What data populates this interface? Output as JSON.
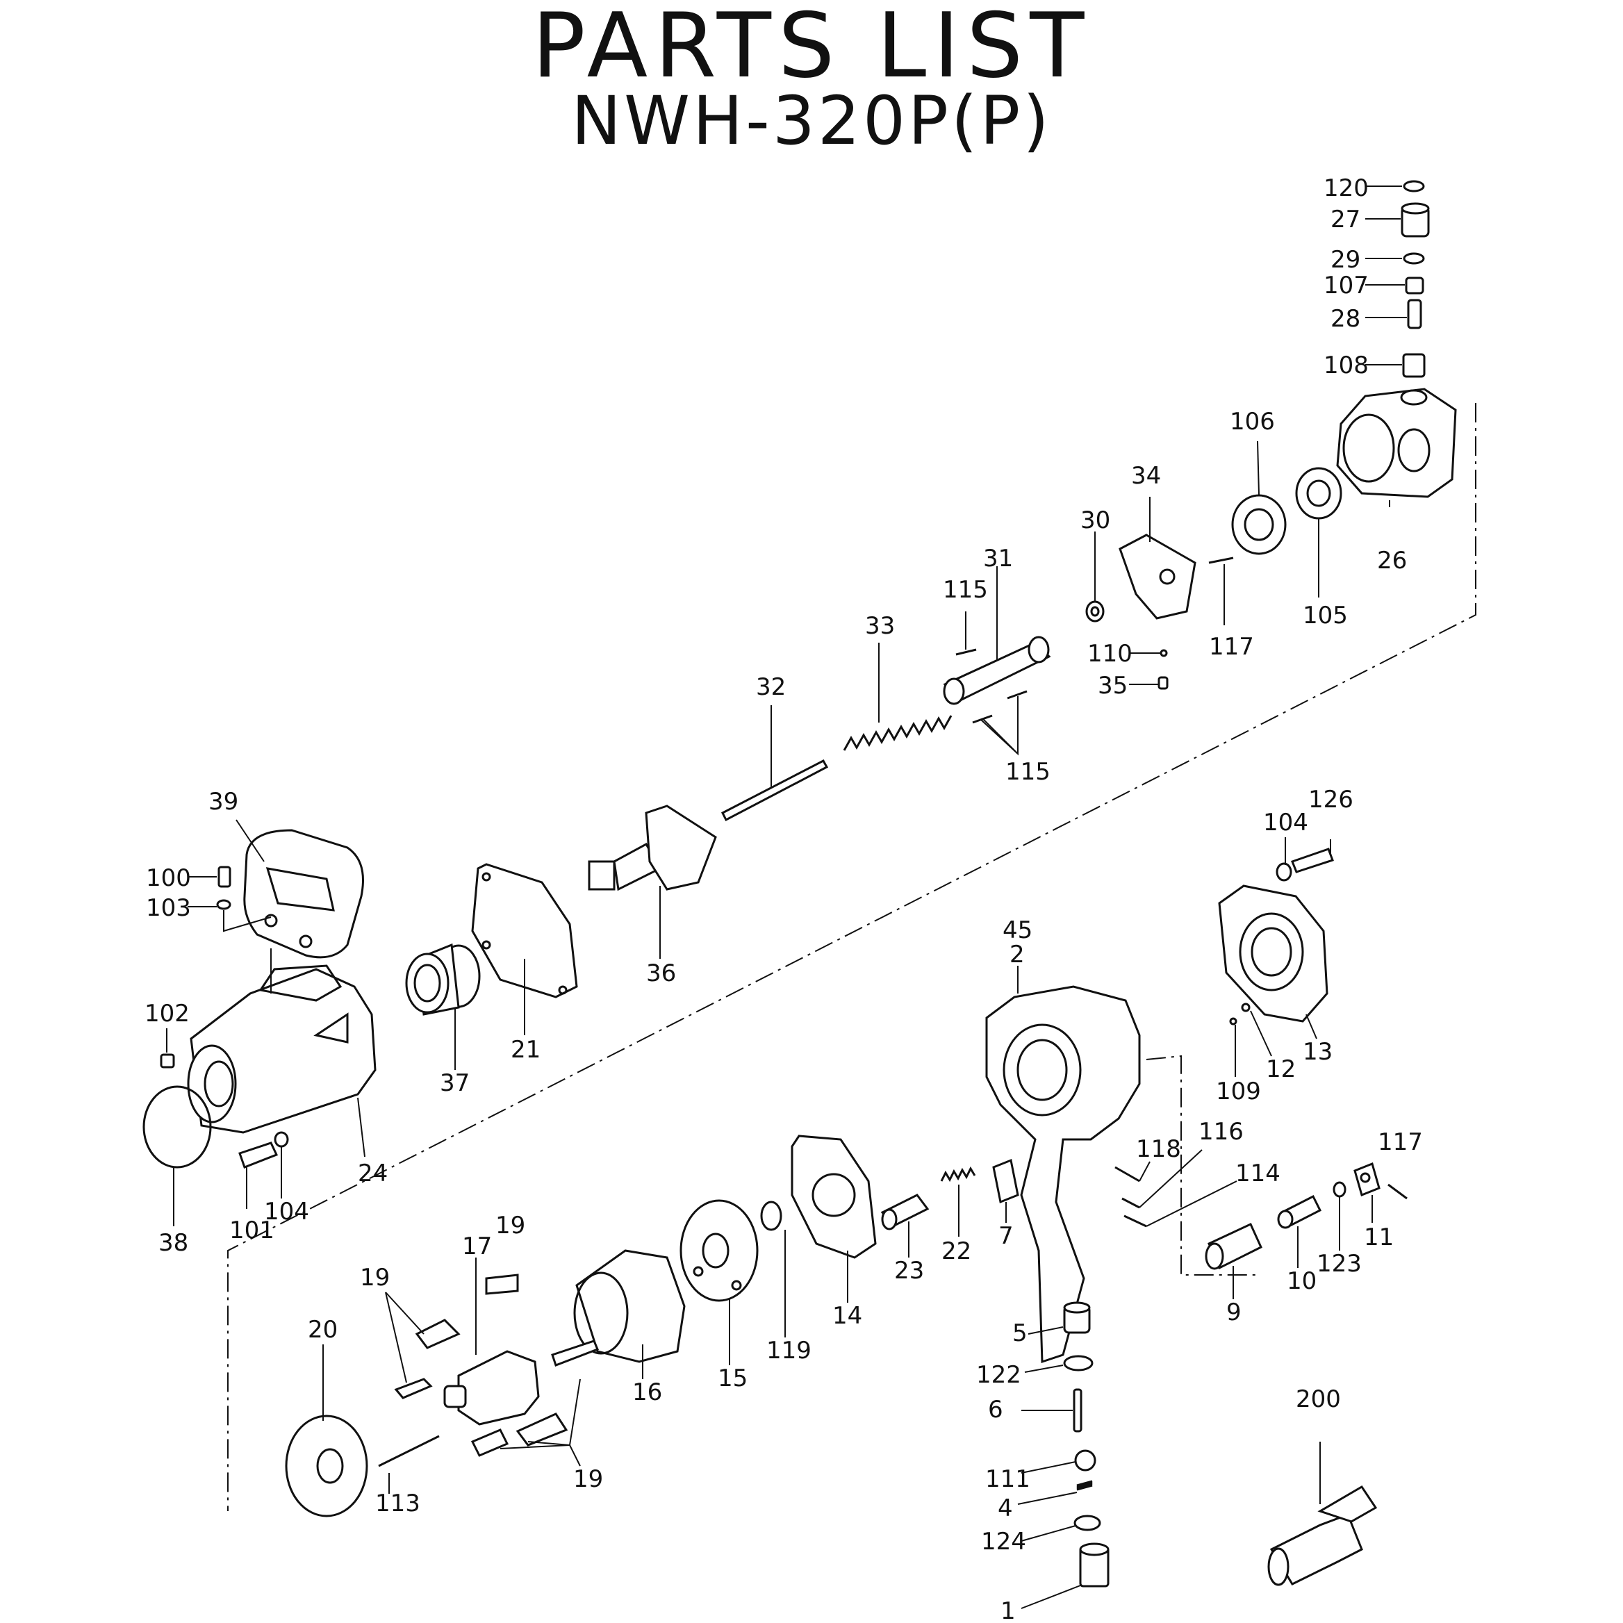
{
  "title": "PARTS  LIST",
  "model": "NWH-320P(P)",
  "labels": {
    "p120": "120",
    "p27": "27",
    "p29": "29",
    "p107": "107",
    "p28": "28",
    "p108": "108",
    "p106": "106",
    "p34": "34",
    "p30": "30",
    "p26": "26",
    "p31": "31",
    "p115a": "115",
    "p33": "33",
    "p105": "105",
    "p117a": "117",
    "p110": "110",
    "p35": "35",
    "p32": "32",
    "p115b": "115",
    "p39": "39",
    "p126": "126",
    "p104a": "104",
    "p100": "100",
    "p103": "103",
    "p36": "36",
    "p45": "45",
    "p2": "2",
    "p21": "21",
    "p102": "102",
    "p37": "37",
    "p13": "13",
    "p12": "12",
    "p109": "109",
    "p116": "116",
    "p117b": "117",
    "p118": "118",
    "p114": "114",
    "p24": "24",
    "p101": "101",
    "p104b": "104",
    "p38": "38",
    "p7": "7",
    "p22": "22",
    "p23": "23",
    "p11": "11",
    "p123": "123",
    "p10": "10",
    "p17": "17",
    "p19a": "19",
    "p19b": "19",
    "p9": "9",
    "p14": "14",
    "p119": "119",
    "p15": "15",
    "p20": "20",
    "p5": "5",
    "p122": "122",
    "p16": "16",
    "p200": "200",
    "p6": "6",
    "p19c": "19",
    "p113": "113",
    "p111": "111",
    "p4": "4",
    "p124": "124",
    "p1": "1"
  }
}
